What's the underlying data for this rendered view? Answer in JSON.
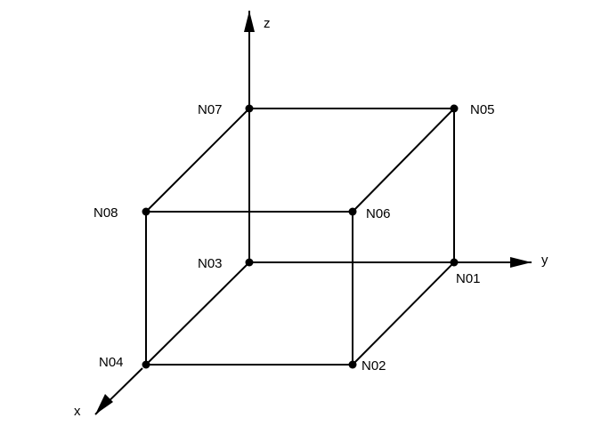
{
  "diagram": {
    "axes": {
      "x": "x",
      "y": "y",
      "z": "z"
    },
    "nodes": [
      {
        "id": "N01",
        "label": "N01"
      },
      {
        "id": "N02",
        "label": "N02"
      },
      {
        "id": "N03",
        "label": "N03"
      },
      {
        "id": "N04",
        "label": "N04"
      },
      {
        "id": "N05",
        "label": "N05"
      },
      {
        "id": "N06",
        "label": "N06"
      },
      {
        "id": "N07",
        "label": "N07"
      },
      {
        "id": "N08",
        "label": "N08"
      }
    ],
    "edges": [
      [
        "N07",
        "N05"
      ],
      [
        "N07",
        "N08"
      ],
      [
        "N05",
        "N06"
      ],
      [
        "N08",
        "N06"
      ],
      [
        "N07",
        "N03"
      ],
      [
        "N05",
        "N01"
      ],
      [
        "N08",
        "N04"
      ],
      [
        "N06",
        "N02"
      ],
      [
        "N03",
        "N01"
      ],
      [
        "N03",
        "N04"
      ],
      [
        "N01",
        "N02"
      ],
      [
        "N04",
        "N02"
      ]
    ],
    "colors": {
      "ink": "#000000",
      "background": "#ffffff"
    }
  }
}
